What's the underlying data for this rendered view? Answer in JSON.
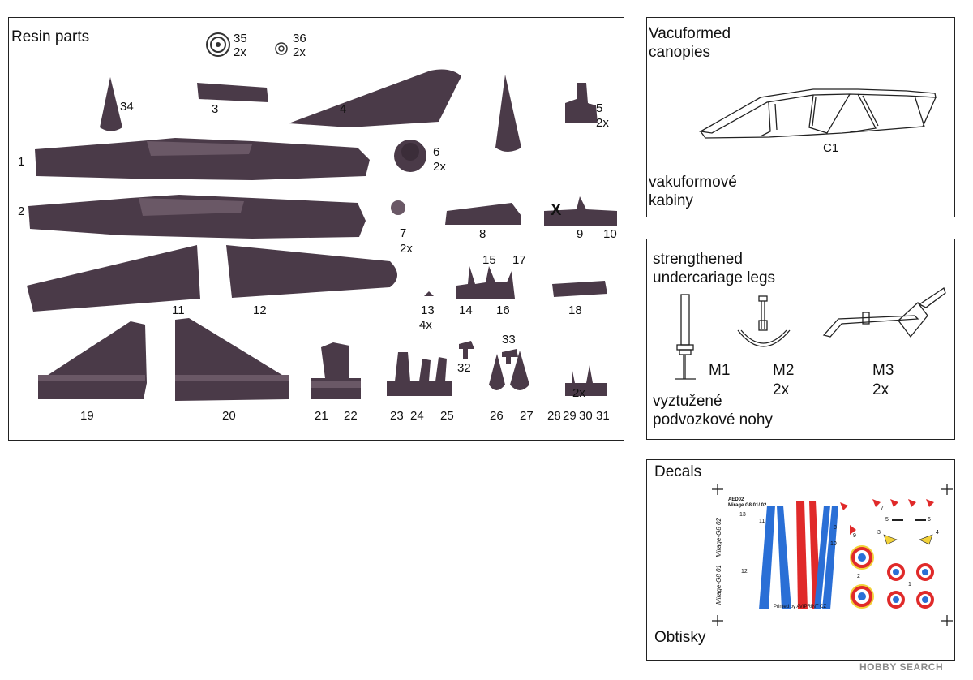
{
  "resin": {
    "title": "Resin parts",
    "labels": {
      "p1": "1",
      "p2": "2",
      "p3": "3",
      "p4": "4",
      "p5": "5",
      "p5q": "2x",
      "p6": "6",
      "p6q": "2x",
      "p7": "7",
      "p7q": "2x",
      "p8": "8",
      "p9": "9",
      "p10": "10",
      "p11": "11",
      "p12": "12",
      "p13": "13",
      "p13q": "4x",
      "p14": "14",
      "p15": "15",
      "p16": "16",
      "p17": "17",
      "p18": "18",
      "p19": "19",
      "p20": "20",
      "p21": "21",
      "p22": "22",
      "p23": "23",
      "p24": "24",
      "p25": "25",
      "p26": "26",
      "p27": "27",
      "p28": "28",
      "p29": "29",
      "p30": "30",
      "p31": "31",
      "p31q": "2x",
      "p32": "32",
      "p33": "33",
      "p34": "34",
      "p35": "35",
      "p35q": "2x",
      "p36": "36",
      "p36q": "2x",
      "x": "X"
    }
  },
  "canopies": {
    "title_en_1": "Vacuformed",
    "title_en_2": "canopies",
    "part": "C1",
    "title_cz_1": "vakuformové",
    "title_cz_2": "kabiny"
  },
  "legs": {
    "title_en_1": "strengthened",
    "title_en_2": "undercariage legs",
    "m1": "M1",
    "m2": "M2",
    "m2q": "2x",
    "m3": "M3",
    "m3q": "2x",
    "title_cz_1": "vyztužené",
    "title_cz_2": "podvozkové nohy"
  },
  "decals": {
    "title_en": "Decals",
    "title_cz": "Obtisky",
    "sheet_code": "AED02",
    "sheet_name": "Mirage G8.01/ 02",
    "printer": "Printed by AVIPRINT CZ",
    "reg1": "Mirage-G8 02",
    "reg2": "Mirage-G8 01",
    "n1": "1",
    "n2": "2",
    "n3": "3",
    "n4": "4",
    "n5": "5",
    "n6": "6",
    "n7": "7",
    "n8": "8",
    "n9": "9",
    "n10": "10",
    "n11": "11",
    "n12": "12",
    "n13": "13"
  },
  "watermark": "HOBBY SEARCH",
  "colors": {
    "resin": "#4a3a48",
    "roundel_red": "#e02a2a",
    "roundel_blue": "#2a6fd6",
    "roundel_yellow": "#f2d23a"
  }
}
